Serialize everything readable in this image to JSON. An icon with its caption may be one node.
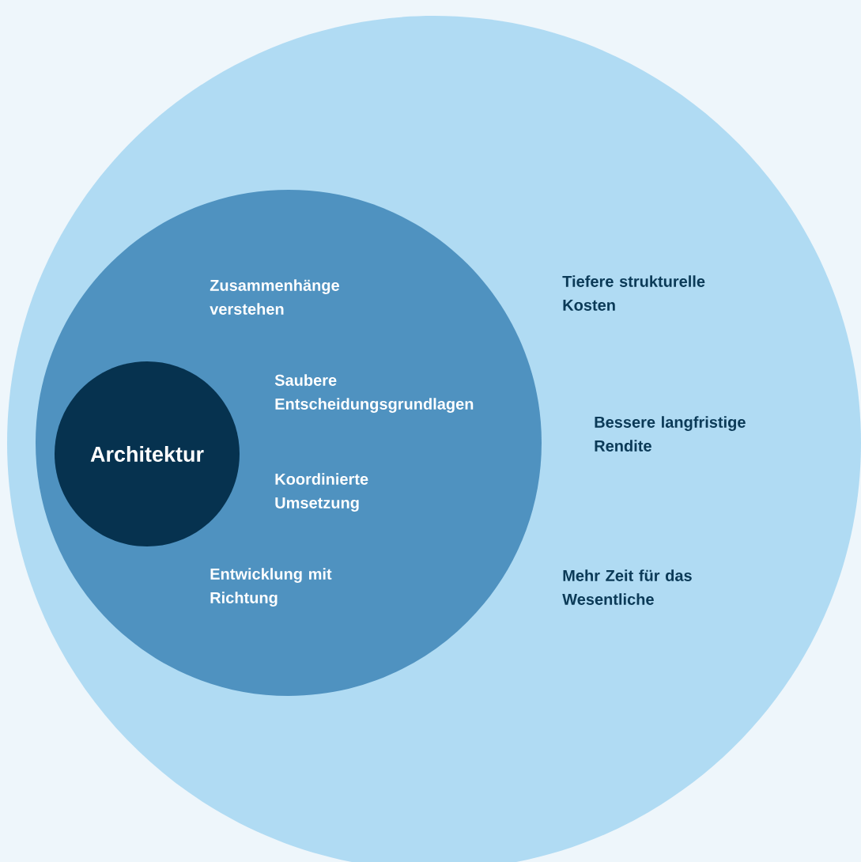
{
  "diagram": {
    "nodes": [
      {
        "text": [
          "Tiefere strukturelle Kosten",
          "Bessere langfristige Rendite",
          "Mehr Zeit für das Wesentliche"
        ]
      },
      {
        "text": [
          "Zusammenhänge verstehen",
          "Saubere Entscheidungsgrundlagen",
          "Koordinierte Umsetzung",
          "Entwicklung mit Richtung"
        ],
        "in": 0
      },
      {
        "text": [
          "Architektur"
        ],
        "in": 1
      }
    ]
  }
}
